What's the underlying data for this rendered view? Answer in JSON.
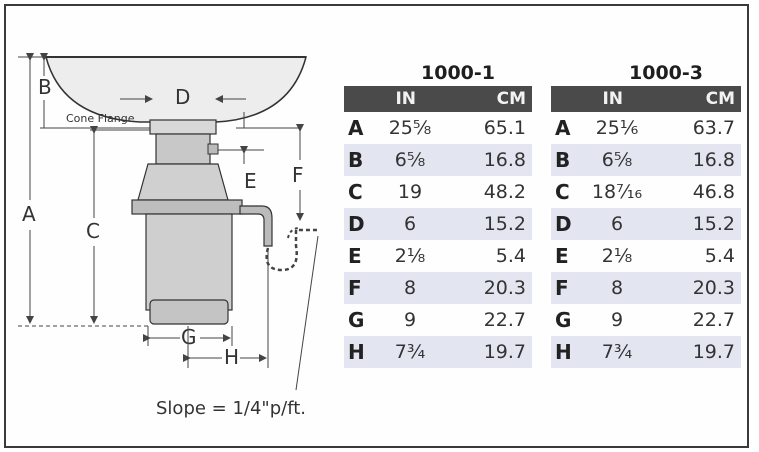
{
  "diagram": {
    "labels": {
      "A": "A",
      "B": "B",
      "C": "C",
      "D": "D",
      "E": "E",
      "F": "F",
      "G": "G",
      "H": "H",
      "cone_flange": "Cone Flange",
      "slope": "Slope = 1/4\"p/ft."
    }
  },
  "tables": [
    {
      "model": "1000-1",
      "headers": {
        "in": "IN",
        "cm": "CM"
      },
      "rows": [
        {
          "letter": "A",
          "in": "25⁵⁄₈",
          "cm": "65.1"
        },
        {
          "letter": "B",
          "in": "6⁵⁄₈",
          "cm": "16.8"
        },
        {
          "letter": "C",
          "in": "19",
          "cm": "48.2"
        },
        {
          "letter": "D",
          "in": "6",
          "cm": "15.2"
        },
        {
          "letter": "E",
          "in": "2¹⁄₈",
          "cm": "5.4"
        },
        {
          "letter": "F",
          "in": "8",
          "cm": "20.3"
        },
        {
          "letter": "G",
          "in": "9",
          "cm": "22.7"
        },
        {
          "letter": "H",
          "in": "7³⁄₄",
          "cm": "19.7"
        }
      ]
    },
    {
      "model": "1000-3",
      "headers": {
        "in": "IN",
        "cm": "CM"
      },
      "rows": [
        {
          "letter": "A",
          "in": "25¹⁄₆",
          "cm": "63.7"
        },
        {
          "letter": "B",
          "in": "6⁵⁄₈",
          "cm": "16.8"
        },
        {
          "letter": "C",
          "in": "18⁷⁄₁₆",
          "cm": "46.8"
        },
        {
          "letter": "D",
          "in": "6",
          "cm": "15.2"
        },
        {
          "letter": "E",
          "in": "2¹⁄₈",
          "cm": "5.4"
        },
        {
          "letter": "F",
          "in": "8",
          "cm": "20.3"
        },
        {
          "letter": "G",
          "in": "9",
          "cm": "22.7"
        },
        {
          "letter": "H",
          "in": "7³⁄₄",
          "cm": "19.7"
        }
      ]
    }
  ]
}
